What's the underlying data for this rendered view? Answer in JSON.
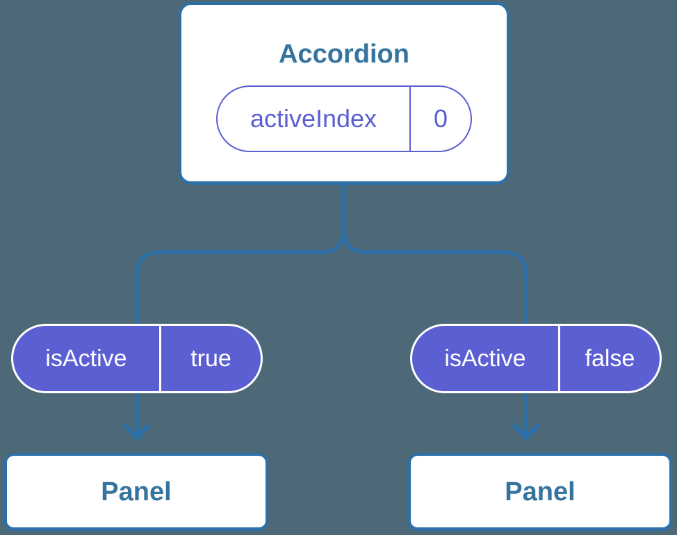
{
  "colors": {
    "background": "#4d6876",
    "connector_blue": "#2d70a7",
    "card_border_blue": "#2d70a7",
    "title_text_blue": "#35749f",
    "purple": "#5b5fd2",
    "card_background": "#ffffff",
    "pill_text_white": "#ffffff"
  },
  "diagram": {
    "root_component": {
      "title": "Accordion",
      "state_key": "activeIndex",
      "state_value": "0"
    },
    "branches": [
      {
        "prop_key": "isActive",
        "prop_value": "true",
        "child_title": "Panel"
      },
      {
        "prop_key": "isActive",
        "prop_value": "false",
        "child_title": "Panel"
      }
    ]
  }
}
